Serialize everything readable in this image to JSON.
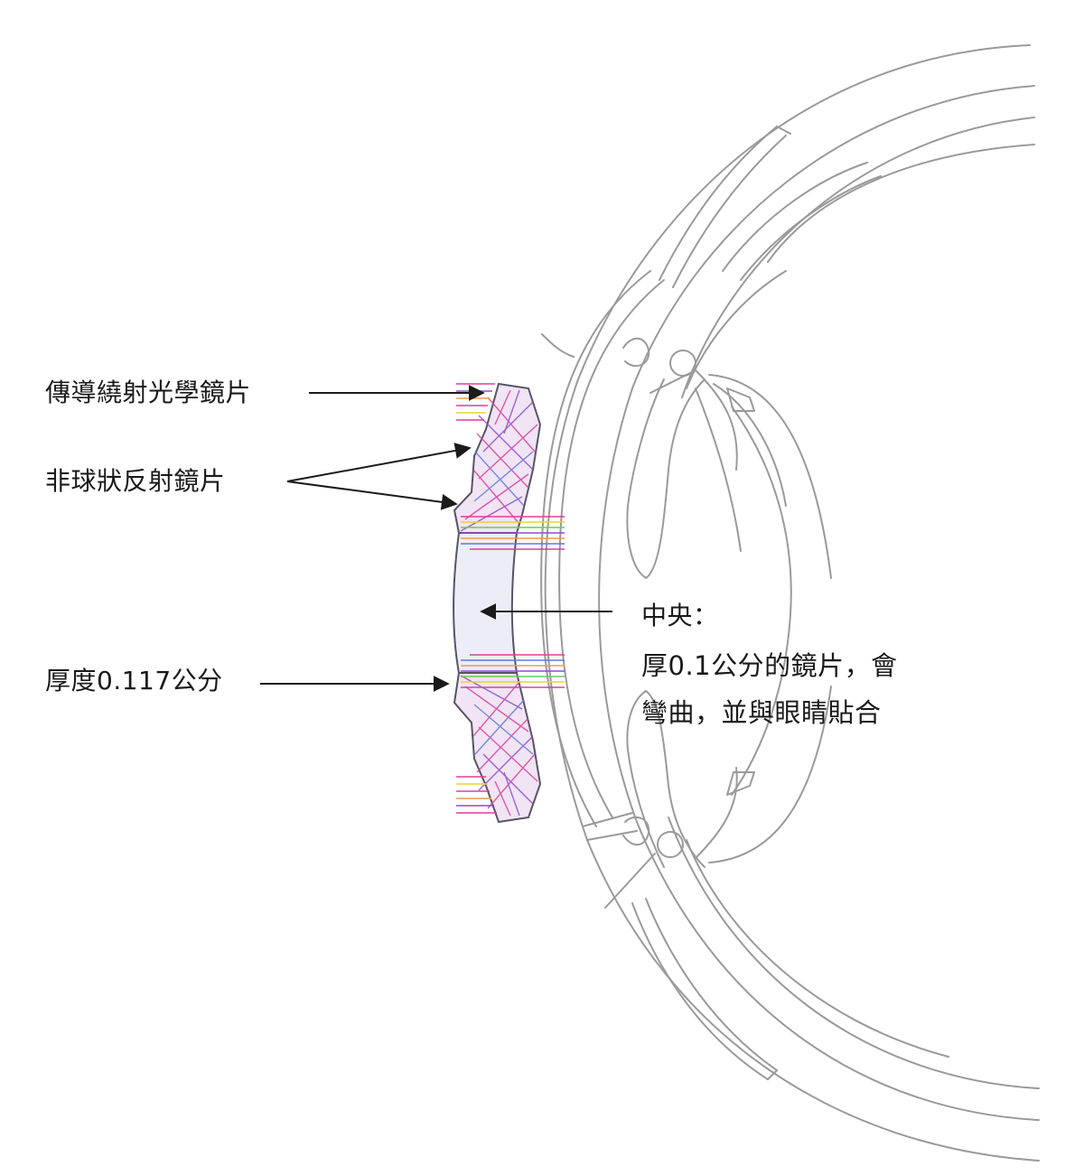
{
  "labels": {
    "diffractive_lens": "傳導繞射光學鏡片",
    "aspheric_reflective_lens": "非球狀反射鏡片",
    "thickness": "厚度0.117公分",
    "center_title": "中央：",
    "center_line1": "厚0.1公分的鏡片，會",
    "center_line2": "彎曲，並與眼睛貼合"
  },
  "colors": {
    "text": "#1a1a1a",
    "eye_outline": "#9a9a9a",
    "lens_outline": "#555566",
    "lens_fill": "#e8e8f4",
    "ray_magenta": "#d6409f",
    "ray_purple": "#8a4fc9",
    "ray_blue": "#5a7be0",
    "ray_yellow": "#e8d23a",
    "ray_green": "#6cc76a",
    "ray_orange": "#f09a4a"
  }
}
